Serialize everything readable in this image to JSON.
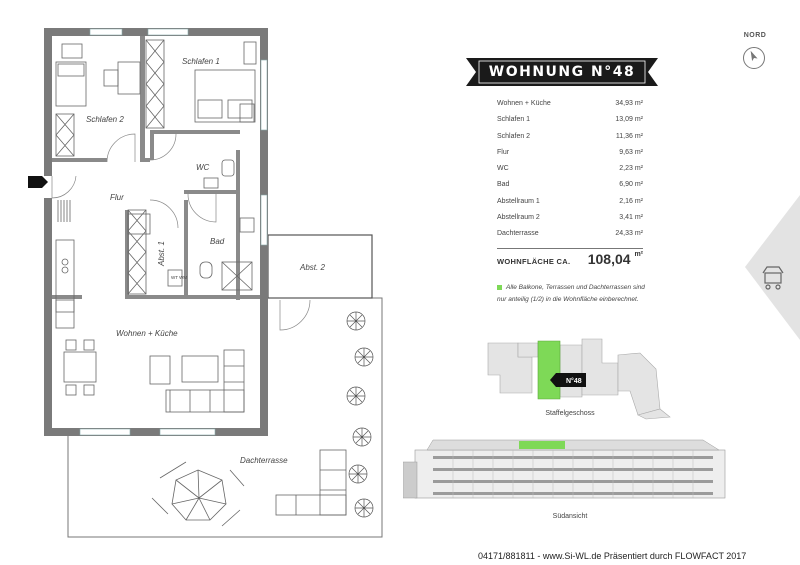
{
  "compass": {
    "label": "NORD",
    "icon": "compass-icon"
  },
  "title": "WOHNUNG N°48",
  "rooms": [
    {
      "name": "Wohnen + Küche",
      "area": "34,93",
      "unit": "m²"
    },
    {
      "name": "Schlafen 1",
      "area": "13,09",
      "unit": "m²"
    },
    {
      "name": "Schlafen 2",
      "area": "11,36",
      "unit": "m²"
    },
    {
      "name": "Flur",
      "area": "9,63",
      "unit": "m²"
    },
    {
      "name": "WC",
      "area": "2,23",
      "unit": "m²"
    },
    {
      "name": "Bad",
      "area": "6,90",
      "unit": "m²"
    },
    {
      "name": "Abstellraum 1",
      "area": "2,16",
      "unit": "m²"
    },
    {
      "name": "Abstellraum 2",
      "area": "3,41",
      "unit": "m²"
    },
    {
      "name": "Dachterrasse",
      "area": "24,33",
      "unit": "m²"
    }
  ],
  "total": {
    "label": "WOHNFLÄCHE CA.",
    "value": "108,04",
    "unit": "m²"
  },
  "note": "Alle Balkone, Terrassen und Dachterrassen sind nur anteilig (1/2) in die Wohnfläche einberechnet.",
  "plan_labels": {
    "schlafen1": "Schlafen 1",
    "schlafen2": "Schlafen 2",
    "wc": "WC",
    "flur": "Flur",
    "abst1": "Abst. 1",
    "bad": "Bad",
    "abst2": "Abst. 2",
    "wohnen": "Wohnen + Küche",
    "dachterrasse": "Dachterrasse",
    "wm": "WT WM"
  },
  "keyplan": {
    "caption": "Staffelgeschoss",
    "marker": "N°48",
    "highlight_color": "#7ed957"
  },
  "elevation": {
    "caption": "Südansicht"
  },
  "footer": "04171/881811 - www.Si-WL.de Präsentiert durch FLOWFACT 2017",
  "colors": {
    "wall": "#6f6f6f",
    "banner": "#1a1a1a",
    "highlight": "#7ed957",
    "side_panel": "#e3e3e3"
  }
}
